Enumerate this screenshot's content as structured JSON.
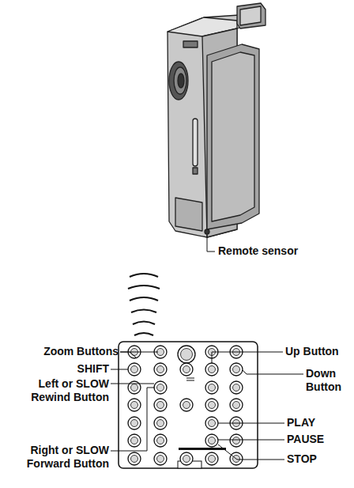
{
  "diagram": {
    "labels": [
      "Remote sensor",
      "Zoom Buttons",
      "Up Button",
      "SHIFT",
      "Down Button",
      "Left or SLOW Rewind Button",
      "PLAY",
      "PAUSE",
      "Right or SLOW Forward Button",
      "STOP"
    ]
  }
}
